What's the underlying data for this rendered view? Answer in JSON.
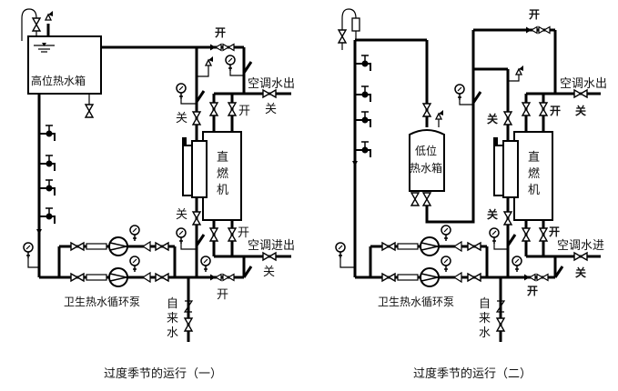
{
  "figure": {
    "panels": [
      {
        "id": "panel-1",
        "caption": "过度季节的运行（一）",
        "tank_label": "高位热水箱",
        "chiller_label": [
          "直",
          "燃",
          "机"
        ],
        "pump_label": "卫生热水循环泵",
        "tap_water_label": [
          "自",
          "来",
          "水"
        ],
        "ac_out_label": "空调水出",
        "ac_in_label": "空调进出",
        "valve_labels": {
          "top_bypass": "开",
          "ac_out_valve": "关",
          "chiller_out_valve": "开",
          "hx_top_valve": "关",
          "hx_bottom_valve": "关",
          "chiller_in_valve": "开",
          "ac_in_valve": "关",
          "bottom_bypass": "开"
        },
        "faucet_count": 4
      },
      {
        "id": "panel-2",
        "caption": "过度季节的运行（二）",
        "tank_label": [
          "低位",
          "热水箱"
        ],
        "chiller_label": [
          "直",
          "燃",
          "机"
        ],
        "pump_label": "卫生热水循环泵",
        "tap_water_label": [
          "自",
          "来",
          "水"
        ],
        "ac_out_label": "空调水出",
        "ac_in_label": "空调水进",
        "valve_labels": {
          "top_bypass": "开",
          "ac_out_valve": "关",
          "chiller_out_valve": "开",
          "hx_top_valve": "关",
          "hx_bottom_valve": "关",
          "chiller_in_valve": "开",
          "ac_in_valve": "关",
          "bottom_bypass": "开"
        },
        "faucet_count": 4
      }
    ]
  }
}
